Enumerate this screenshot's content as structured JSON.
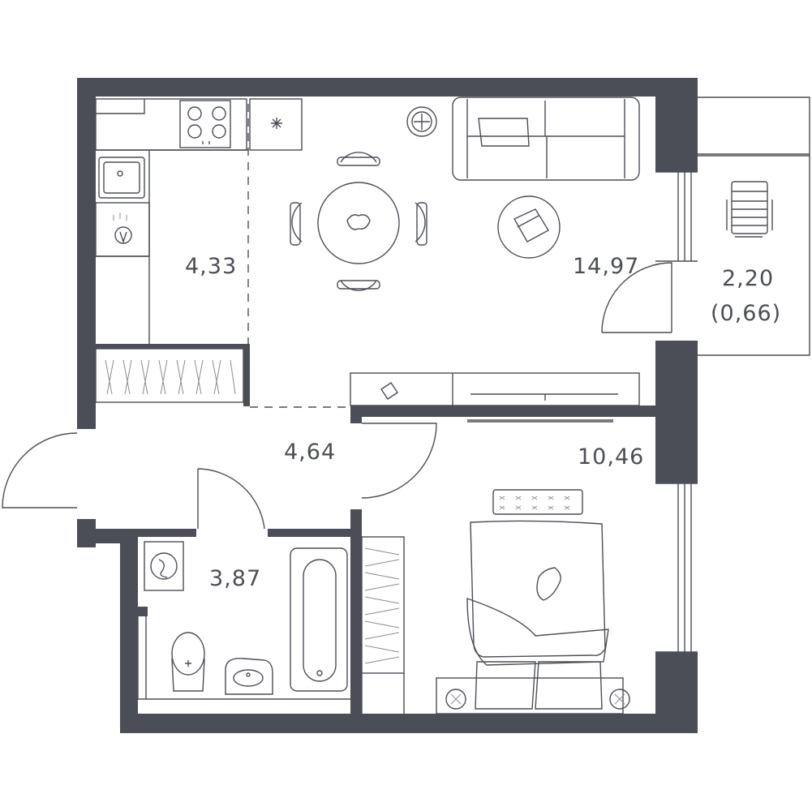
{
  "plan": {
    "rooms": [
      {
        "id": "kitchen",
        "area": "4,33"
      },
      {
        "id": "living",
        "area": "14,97"
      },
      {
        "id": "balcony",
        "area": "2,20",
        "sub": "(0,66)"
      },
      {
        "id": "hall",
        "area": "4,64"
      },
      {
        "id": "bedroom",
        "area": "10,46"
      },
      {
        "id": "bathroom",
        "area": "3,87"
      }
    ]
  },
  "colors": {
    "wall": "#4b4e57",
    "background": "#ffffff"
  }
}
